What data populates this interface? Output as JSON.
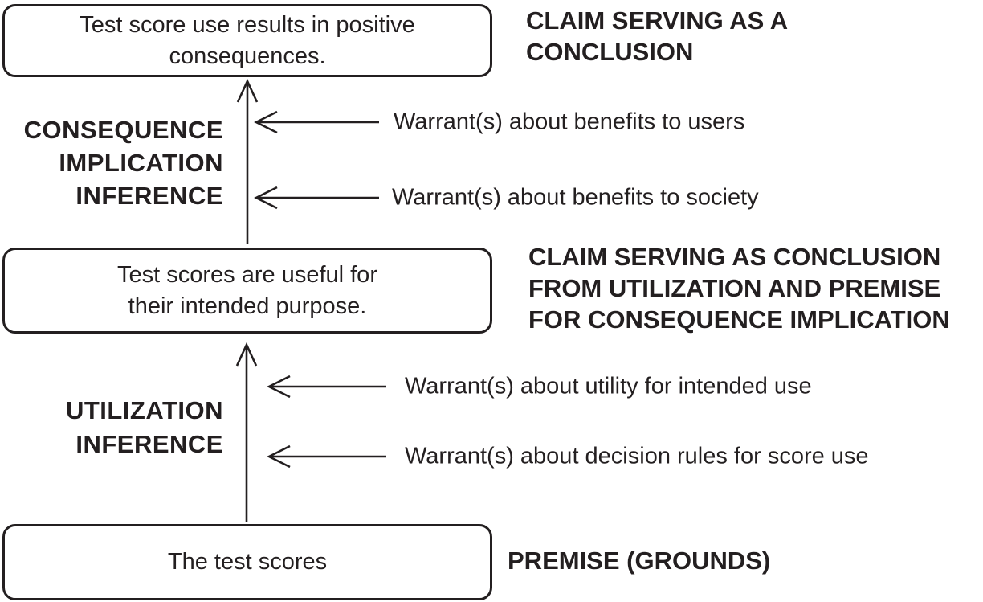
{
  "colors": {
    "ink": "#231f20",
    "paper": "#ffffff"
  },
  "boxes": [
    {
      "id": "claim-conclusion",
      "lines": [
        "Test score use results in positive",
        "consequences."
      ]
    },
    {
      "id": "claim-utilization",
      "lines": [
        "Test scores are useful for",
        "their intended purpose."
      ]
    },
    {
      "id": "premise",
      "lines": [
        "The test scores"
      ]
    }
  ],
  "right_labels": [
    {
      "id": "conclusion-role",
      "lines": [
        "CLAIM SERVING AS A",
        "CONCLUSION"
      ]
    },
    {
      "id": "utilization-role",
      "lines": [
        "CLAIM SERVING AS CONCLUSION",
        "FROM UTILIZATION AND PREMISE",
        "FOR CONSEQUENCE IMPLICATION"
      ]
    },
    {
      "id": "premise-role",
      "lines": [
        "PREMISE (GROUNDS)"
      ]
    }
  ],
  "left_labels": [
    {
      "id": "consequence-implication-inference",
      "lines": [
        "CONSEQUENCE",
        "IMPLICATION",
        "INFERENCE"
      ]
    },
    {
      "id": "utilization-inference",
      "lines": [
        "UTILIZATION",
        "INFERENCE"
      ]
    }
  ],
  "warrants": [
    {
      "id": "benefits-users",
      "text": "Warrant(s) about benefits to users"
    },
    {
      "id": "benefits-society",
      "text": "Warrant(s) about benefits to society"
    },
    {
      "id": "utility-intended-use",
      "text": "Warrant(s) about utility for intended use"
    },
    {
      "id": "decision-rules",
      "text": "Warrant(s) about decision rules for score use"
    }
  ]
}
